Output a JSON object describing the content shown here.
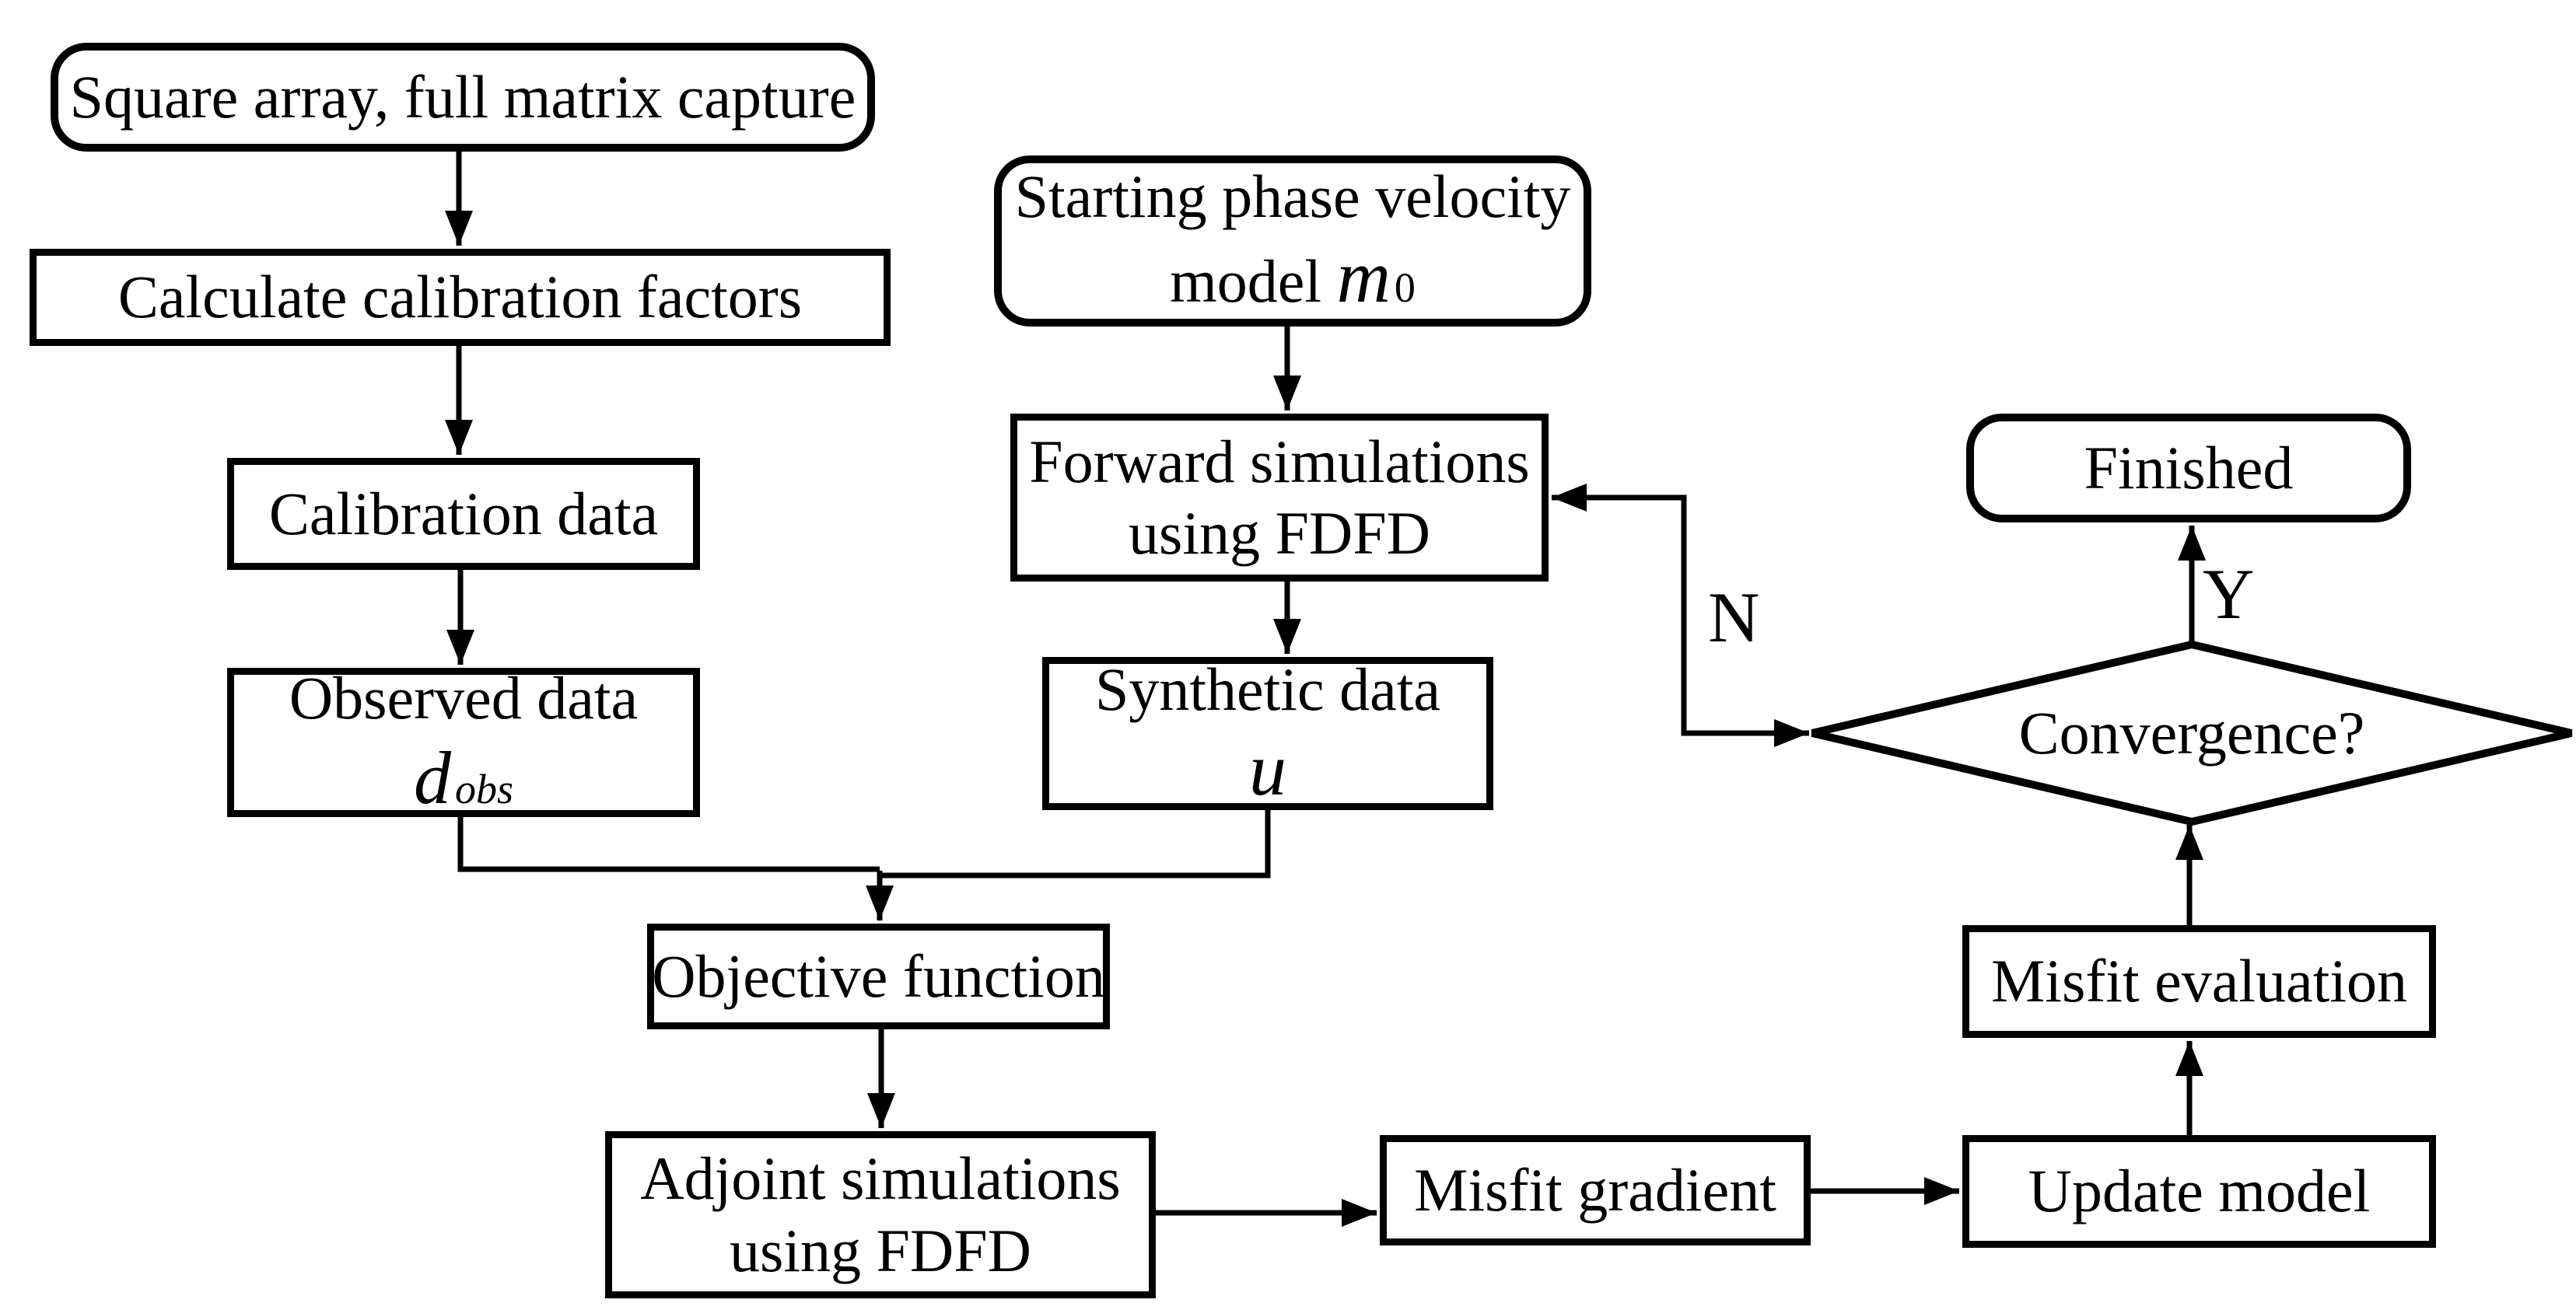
{
  "diagram": {
    "background_color": "#ffffff",
    "stroke_color": "#000000",
    "nodes": {
      "square_array": {
        "label": "Square array, full matrix capture"
      },
      "calc_calibration": {
        "label": "Calculate calibration factors"
      },
      "calibration_data": {
        "label": "Calibration data"
      },
      "observed_data": {
        "label": "Observed data",
        "symbol": "d",
        "subscript": "obs"
      },
      "start_model": {
        "label_line1": "Starting phase velocity",
        "label_line2": "model",
        "symbol": "m",
        "subscript": "0"
      },
      "forward_sim": {
        "label_line1": "Forward simulations",
        "label_line2": "using FDFD"
      },
      "synthetic_data": {
        "label": "Synthetic data",
        "symbol": "u"
      },
      "objective_fn": {
        "label": "Objective function"
      },
      "adjoint_sim": {
        "label_line1": "Adjoint simulations",
        "label_line2": "using FDFD"
      },
      "misfit_gradient": {
        "label": "Misfit gradient"
      },
      "update_model": {
        "label": "Update model"
      },
      "misfit_eval": {
        "label": "Misfit evaluation"
      },
      "convergence": {
        "label": "Convergence?"
      },
      "finished": {
        "label": "Finished"
      }
    },
    "edge_labels": {
      "no": "N",
      "yes": "Y"
    }
  }
}
